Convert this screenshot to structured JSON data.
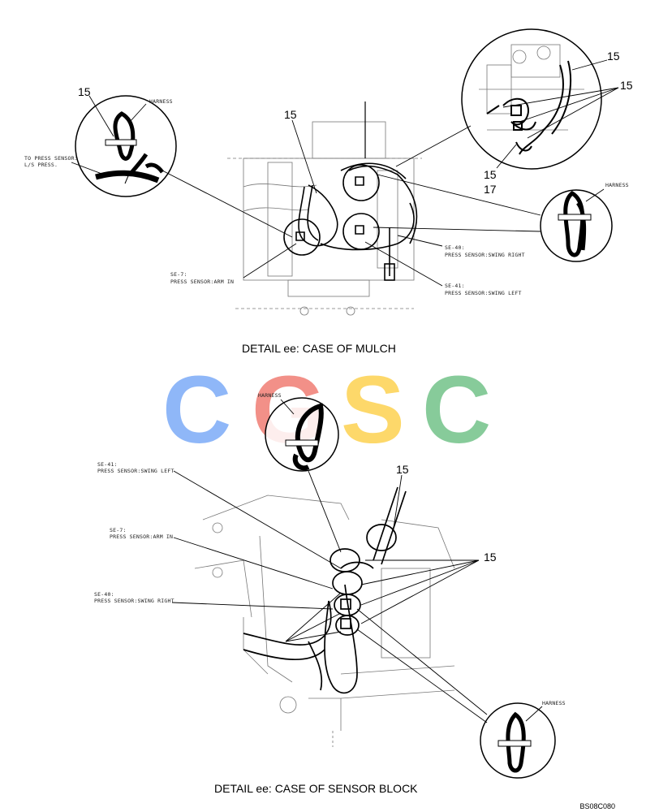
{
  "top": {
    "caption": "DETAIL ee: CASE OF MULCH",
    "callouts": {
      "num_left": "15",
      "num_mid": "15",
      "num_tr1": "15",
      "num_tr2": "15",
      "num_tr3": "15",
      "num_tr4": "17"
    },
    "labels": {
      "harness_left": "HARNESS",
      "to_press_sensor_1": "TO PRESS SENSOR:",
      "to_press_sensor_2": "L/S PRESS.",
      "harness_right": "HARNESS",
      "se40_1": "SE-40:",
      "se40_2": "PRESS SENSOR:SWING RIGHT",
      "se41_1": "SE-41:",
      "se41_2": "PRESS SENSOR:SWING LEFT",
      "se7_1": "SE-7:",
      "se7_2": "PRESS SENSOR:ARM IN"
    }
  },
  "watermark": {
    "letters": [
      "C",
      "G",
      "S",
      "C"
    ],
    "colors": [
      "#8ab4f8",
      "#f28b82",
      "#fdd663",
      "#81c995"
    ]
  },
  "bottom": {
    "caption": "DETAIL ee: CASE OF SENSOR BLOCK",
    "callouts": {
      "num_top": "15",
      "num_right": "15"
    },
    "labels": {
      "harness_top": "HARNESS",
      "se41_1": "SE-41:",
      "se41_2": "PRESS SENSOR:SWING LEFT",
      "se7_1": "SE-7:",
      "se7_2": "PRESS SENSOR:ARM IN",
      "se40_1": "SE-40:",
      "se40_2": "PRESS SENSOR:SWING RIGHT",
      "harness_bottom": "HARNESS"
    }
  },
  "figure_code": "BS08C080"
}
